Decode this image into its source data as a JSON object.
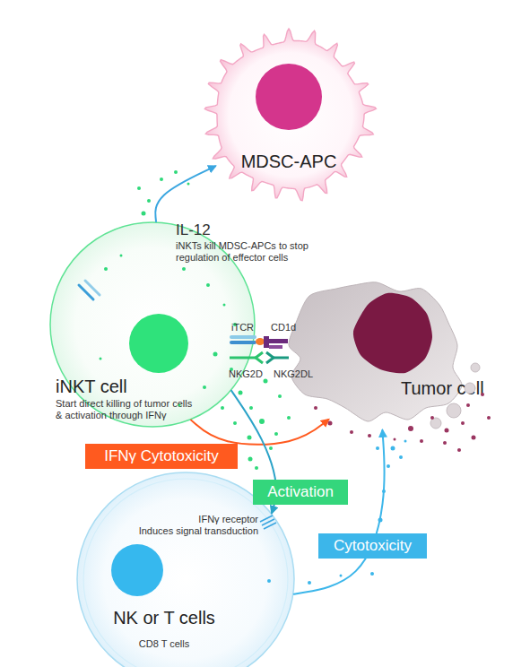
{
  "diagram": {
    "nodes": [
      {
        "text": [
          "MDSC-APC"
        ]
      },
      {
        "text": [
          "iNKT cell",
          "Start direct killing of tumor cells & activation through IFNγ"
        ]
      },
      {
        "text": [
          "Tumor cell"
        ]
      },
      {
        "text": [
          "IFNγ receptor",
          "Induces signal transduction",
          "NK or T cells",
          "CD8 T cells"
        ]
      }
    ],
    "edges": [
      {
        "from": 1,
        "to": 0,
        "label": "IL-12",
        "arrow": "to"
      },
      {
        "from": 1,
        "to": 2,
        "label": "IFNγ Cytotoxicity",
        "arrow": "to"
      },
      {
        "from": 1,
        "to": 3,
        "label": "Activation",
        "arrow": "to"
      },
      {
        "from": 3,
        "to": 2,
        "label": "Cytotoxicity",
        "arrow": "to"
      }
    ],
    "labels": [
      "iTCR",
      "CD1d",
      "NKG2D",
      "NKG2DL",
      "iNKTs kill MDSC-APCs to stop regulation of effector cells"
    ]
  }
}
